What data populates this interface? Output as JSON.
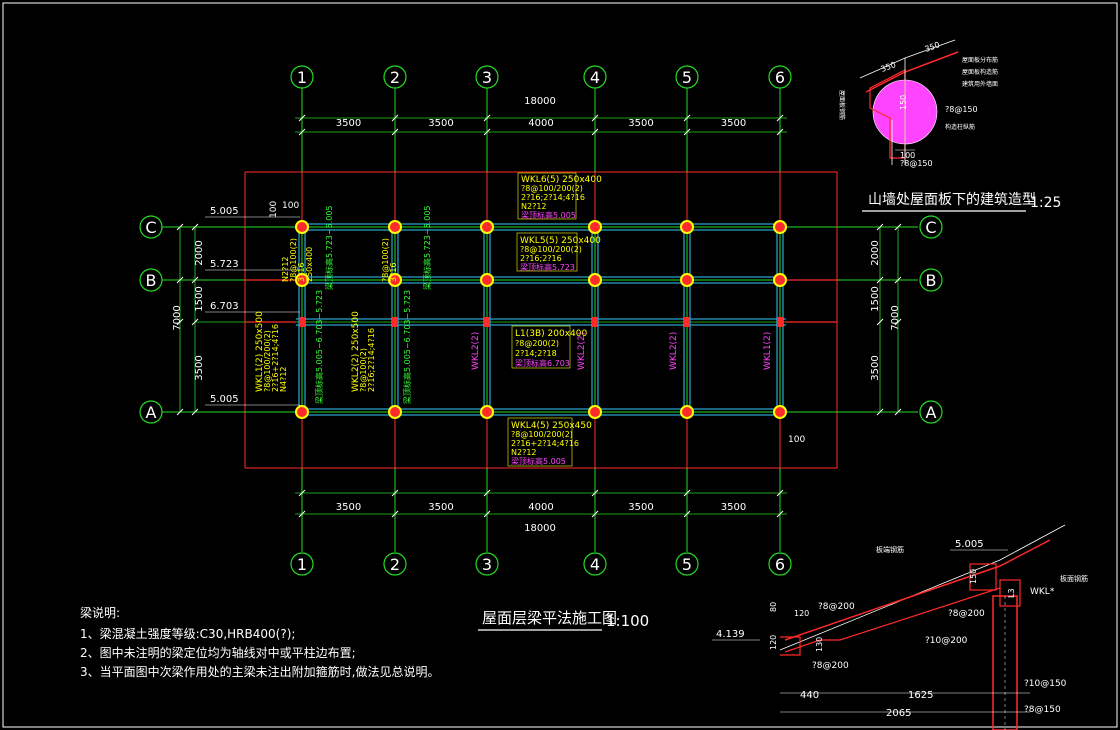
{
  "plan": {
    "grid_x": [
      "1",
      "2",
      "3",
      "4",
      "5",
      "6"
    ],
    "grid_y": [
      "C",
      "B",
      "A"
    ],
    "spans_x": [
      "3500",
      "3500",
      "4000",
      "3500",
      "3500"
    ],
    "total_x": "18000",
    "left_dims": [
      "2000",
      "1500",
      "3500"
    ],
    "left_total": "7000",
    "right_dims": [
      "2000",
      "1500",
      "3500"
    ],
    "right_total": "7000",
    "levels": [
      "5.005",
      "5.723",
      "6.703",
      "5.005"
    ],
    "offset_100": "100",
    "title": "屋面层梁平法施工图",
    "scale": "1:100"
  },
  "beam_labels": {
    "wkl6": [
      "WKL6(5) 250x400",
      "?8@100/200(2)",
      "2?16;2?14;4?16",
      "N2?12",
      "梁顶标高5.005"
    ],
    "wkl5": [
      "WKL5(5) 250x400",
      "?8@100/200(2)",
      "2?16;2?16",
      "梁顶标高5.723"
    ],
    "l1": [
      "L1(3B) 200x400",
      "?8@200(2)",
      "2?14;2?18",
      "梁顶标高6.703"
    ],
    "wkl4": [
      "WKL4(5) 250x450",
      "?8@100/200(2)",
      "2?16+2?14;4?16",
      "N2?12",
      "梁顶标高5.005"
    ],
    "wkl1_left": [
      "WKL1(2) 250x500",
      "?8@100/200(2)",
      "2?16+2?14;4?16",
      "N4?12",
      "梁顶标高5.005~6.703~5.723"
    ],
    "wkl2_left": [
      "WKL2(2) 250x500",
      "?8@100(2)",
      "2?16;2?14;4?16",
      "梁顶标高5.005~6.703~5.723"
    ],
    "top_col_left": [
      "N2?12",
      "?8@100(2)",
      "3?16",
      "250x400",
      "梁顶标高5.723~5.005"
    ],
    "top_col_mid": [
      "?8@100(2)",
      "3?16",
      "梁顶标高5.723~5.005"
    ],
    "wkl2_mid": [
      "WKL2(2)",
      "WKL2(2)",
      "WKL2(2)"
    ],
    "wkl1_right": "WKL1(2)"
  },
  "detail_top": {
    "title": "山墙处屋面板下的建筑造型",
    "scale": "1:25",
    "dims": [
      "350",
      "350",
      "150",
      "100"
    ],
    "rebar": [
      "?8@150",
      "?8@150"
    ],
    "notes": [
      "屋面板钢筋",
      "构造柱纵筋",
      "屋面板分布筋",
      "屋面板构造筋",
      "建筑用外墙面"
    ]
  },
  "notes": {
    "heading": "梁说明:",
    "items": [
      "1、梁混凝土强度等级:C30,HRB400(?);",
      "2、图中未注明的梁定位均为轴线对中或平柱边布置;",
      "3、当平面图中次梁作用处的主梁未注出附加箍筋时,做法见总说明。"
    ]
  },
  "detail_bottom": {
    "level": "5.005",
    "level2": "4.139",
    "dims": [
      "440",
      "1625",
      "2065"
    ],
    "rebar": [
      "?8@200",
      "?8@200",
      "?10@200",
      "?8@200",
      "?10@150",
      "?8@150"
    ],
    "small": [
      "80",
      "120",
      "120",
      "130",
      "150",
      "L3"
    ],
    "labels": [
      "板端钢筋",
      "板面钢筋",
      "WKL*"
    ]
  }
}
